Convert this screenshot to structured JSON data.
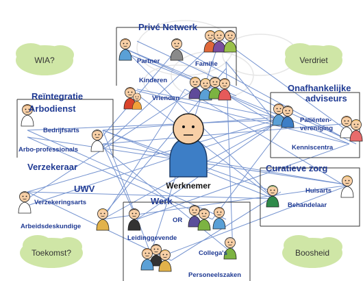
{
  "clouds": {
    "wia": "WIA?",
    "verdriet": "Verdriet",
    "toekomst": "Toekomst?",
    "boosheid": "Boosheid"
  },
  "center": {
    "label": "Werknemer"
  },
  "groups": {
    "prive": {
      "title": "Privé Netwerk",
      "items": [
        "Partner",
        "Familie",
        "Kinderen",
        "Vrienden"
      ]
    },
    "reintegratie": {
      "title": "Reïntegratie",
      "sub": "Arbodienst",
      "items": [
        "Bedrijfsarts",
        "Arbo-professionals"
      ]
    },
    "verzekeraar": {
      "title": "Verzekeraar",
      "sub": "UWV",
      "items": [
        "Verzekeringsarts",
        "Arbeidsdeskundige"
      ]
    },
    "werk": {
      "title": "Werk",
      "items": [
        "OR",
        "Leidinggevende",
        "Collega's",
        "Personeelszaken"
      ]
    },
    "onafhankelijk": {
      "title1": "Onafhankelijke",
      "title2": "adviseurs",
      "items": [
        "Patiënten-",
        "vereniging",
        "Kenniscentra"
      ]
    },
    "curatief": {
      "title": "Curatieve zorg",
      "items": [
        "Huisarts",
        "Behandelaar"
      ]
    }
  },
  "colors": {
    "label": "#1f3a93",
    "line": "#5b7fc7",
    "cloud": "#cfe6a6",
    "center_body": "#3d7ec6",
    "face": "#f7cfa6"
  }
}
